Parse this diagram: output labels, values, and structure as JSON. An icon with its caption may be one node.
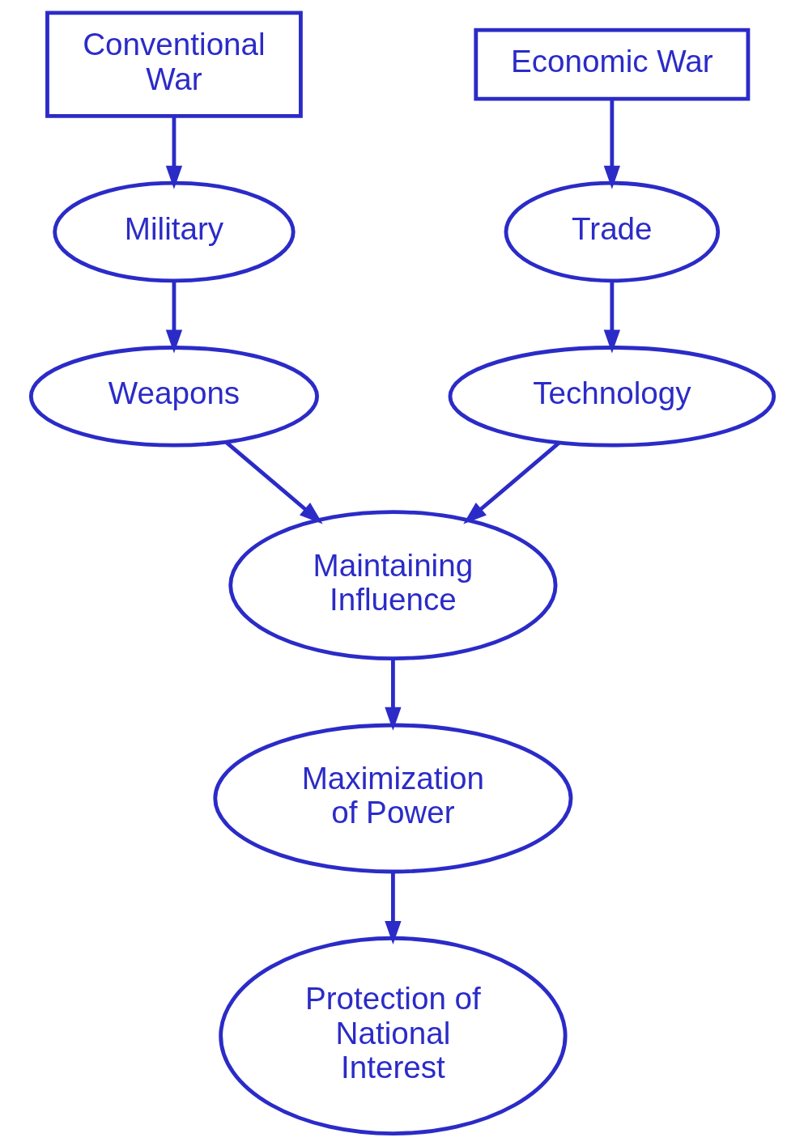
{
  "diagram": {
    "nodes": [
      {
        "text": [
          "Conventional War"
        ]
      },
      {
        "text": [
          "Economic War"
        ]
      },
      {
        "text": [
          "Military"
        ]
      },
      {
        "text": [
          "Trade"
        ]
      },
      {
        "text": [
          "Weapons"
        ]
      },
      {
        "text": [
          "Technology"
        ]
      },
      {
        "text": [
          "Maintaining Influence"
        ]
      },
      {
        "text": [
          "Maximization of Power"
        ]
      },
      {
        "text": [
          "Protection of National Interest"
        ]
      }
    ],
    "edges": [
      {
        "from": 0,
        "to": 2,
        "arrow": "to"
      },
      {
        "from": 1,
        "to": 3,
        "arrow": "to"
      },
      {
        "from": 2,
        "to": 4,
        "arrow": "to"
      },
      {
        "from": 3,
        "to": 5,
        "arrow": "to"
      },
      {
        "from": 4,
        "to": 6,
        "arrow": "to"
      },
      {
        "from": 5,
        "to": 6,
        "arrow": "to"
      },
      {
        "from": 6,
        "to": 7,
        "arrow": "to"
      },
      {
        "from": 7,
        "to": 8,
        "arrow": "to"
      }
    ]
  }
}
